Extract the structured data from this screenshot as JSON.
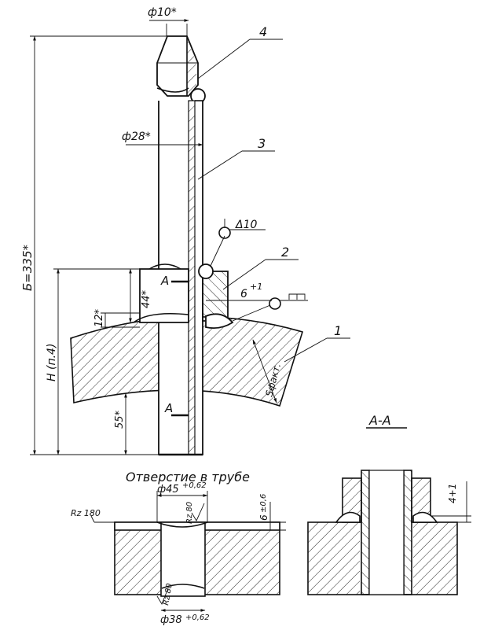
{
  "drawing": {
    "dims": {
      "top_diameter": "ф10*",
      "tube_diameter": "ф28*",
      "overall_height": "Б=335*",
      "height_h": "H (п.4)",
      "boss_height": "44*",
      "weld_height": "12*",
      "lower_length": "55*",
      "gap": "6",
      "gap_tol": "+1",
      "wall_thickness": "Sфакт.",
      "section_gap": "4+1"
    },
    "callouts": {
      "part_1": "1",
      "part_2": "2",
      "part_3": "3",
      "part_4": "4",
      "weld_mark": "Δ10",
      "section_marker": "А"
    },
    "section": {
      "title": "А-А"
    },
    "hole_detail": {
      "title": "Отверстие в трубе",
      "top_diameter": "ф45",
      "top_tol": "+0,62",
      "bottom_diameter": "ф38",
      "bottom_tol": "+0,62",
      "rz_outer": "Rz 180",
      "rz_inner": "Rz 80",
      "rz_bottom": "Rz 80",
      "depth": "6",
      "depth_tol": "±0,6"
    }
  }
}
